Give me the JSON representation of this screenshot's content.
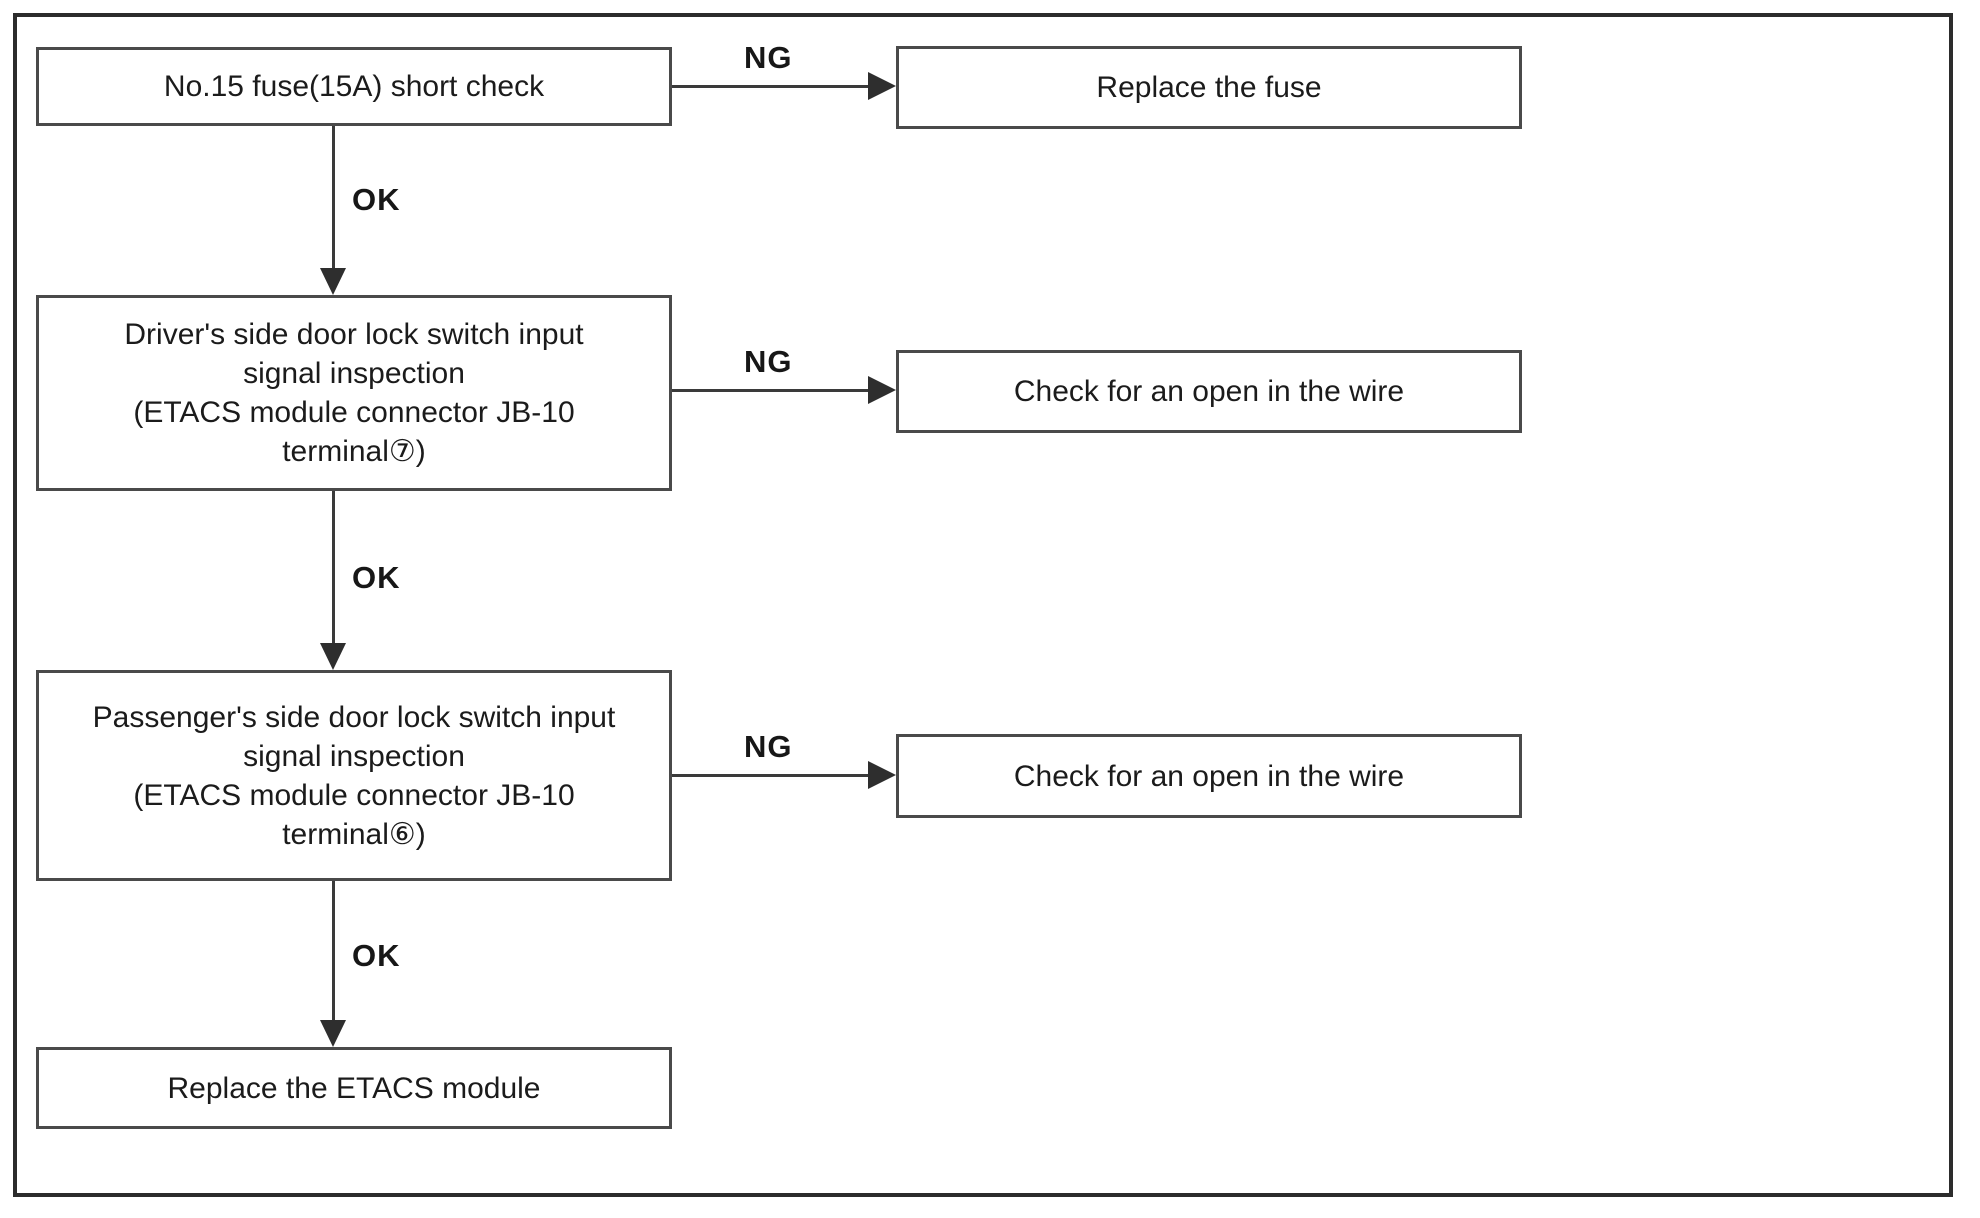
{
  "colors": {
    "background": "#ffffff",
    "frame_border": "#2c2c2c",
    "box_border": "#4a4a4a",
    "arrow_line": "#3a3a3a",
    "text": "#1b1b1b"
  },
  "flowchart": {
    "steps": [
      {
        "label": "No.15 fuse(15A) short check"
      },
      {
        "label": "Driver's side door lock switch input\nsignal inspection\n(ETACS module connector JB-10\nterminal⑦)"
      },
      {
        "label": "Passenger's side door lock switch input\nsignal inspection\n(ETACS module connector JB-10\nterminal⑥)"
      },
      {
        "label": "Replace the ETACS module"
      }
    ],
    "outcomes": [
      {
        "label": "Replace the fuse"
      },
      {
        "label": "Check for an open in the wire"
      },
      {
        "label": "Check for an open in the wire"
      }
    ],
    "branch_labels": {
      "ok": "OK",
      "ng": "NG"
    }
  }
}
